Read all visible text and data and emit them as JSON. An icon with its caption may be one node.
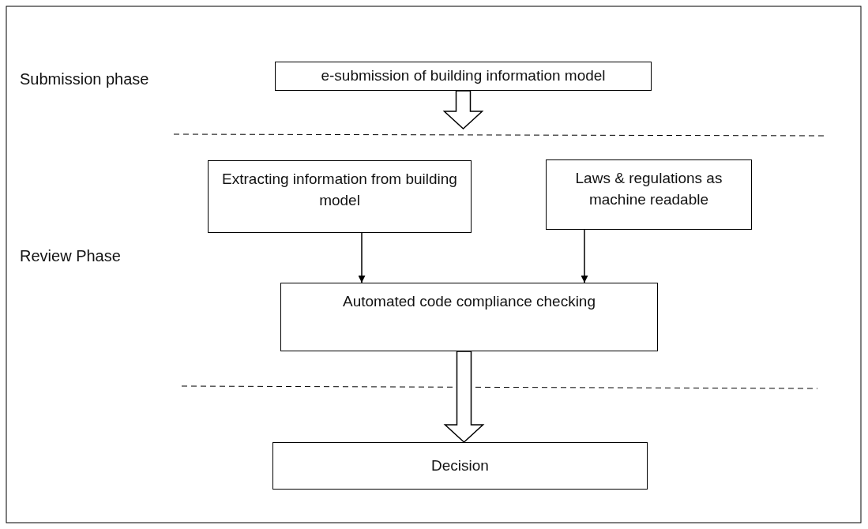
{
  "diagram": {
    "nodes": [
      {
        "text": [
          "e-submission of building information model"
        ]
      },
      {
        "text": [
          "Extracting information from building model"
        ]
      },
      {
        "text": [
          "Laws & regulations as machine readable"
        ]
      },
      {
        "text": [
          "Automated code compliance checking"
        ]
      },
      {
        "text": [
          "Decision"
        ]
      }
    ],
    "edges": [
      {
        "from": 0,
        "to": null,
        "arrow": "to",
        "style": "thick"
      },
      {
        "from": 1,
        "to": 3,
        "arrow": "to"
      },
      {
        "from": 2,
        "to": 3,
        "arrow": "to"
      },
      {
        "from": 3,
        "to": 4,
        "arrow": "to",
        "style": "thick"
      }
    ],
    "labels": [
      "Submission phase",
      "Review Phase"
    ]
  }
}
